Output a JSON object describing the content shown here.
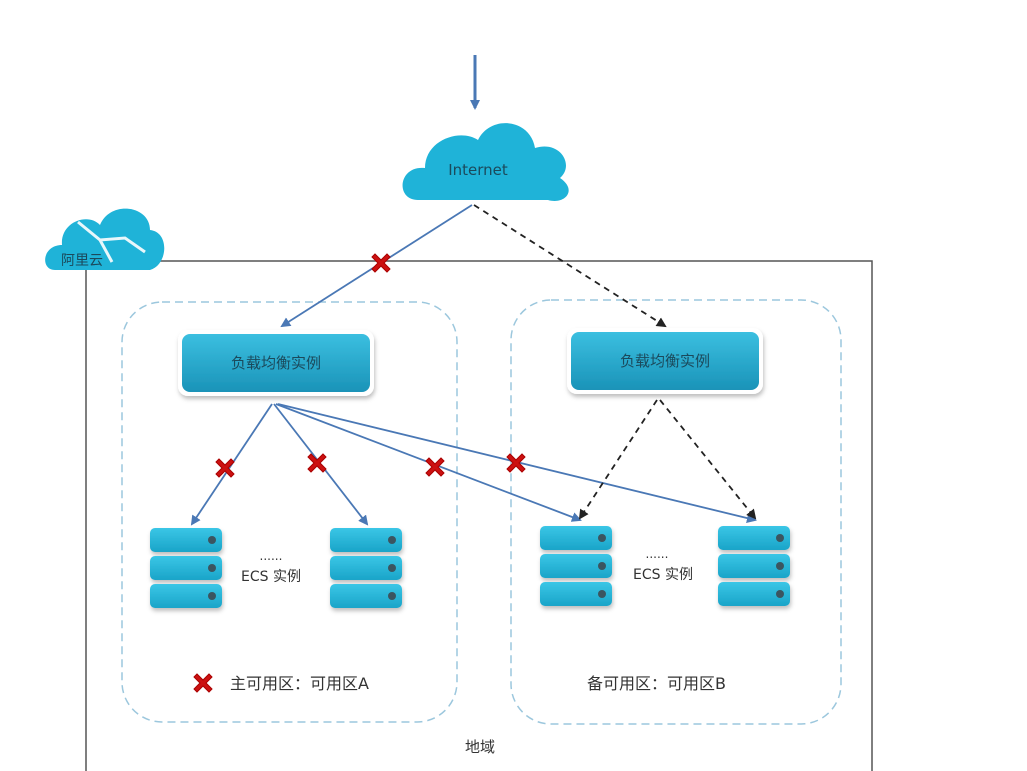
{
  "diagram": {
    "internet_label": "Internet",
    "provider_label": "阿里云",
    "region_label": "地域",
    "zones": [
      {
        "id": "A",
        "label": "主可用区：可用区A",
        "load_balancer_label": "负载均衡实例",
        "ecs_label": "ECS 实例",
        "ellipsis": "......",
        "status": "failed"
      },
      {
        "id": "B",
        "label": "备可用区：可用区B",
        "load_balancer_label": "负载均衡实例",
        "ecs_label": "ECS 实例",
        "ellipsis": "......",
        "status": "standby-active"
      }
    ],
    "legend": {
      "failed_marker": "✖"
    },
    "colors": {
      "cloud": "#1fb3d8",
      "box": "#1f9fc4",
      "solid_link": "#4a78b5",
      "dashed_link": "#222222",
      "fail_marker": "#cc1111",
      "zone_border": "#9cc7dd",
      "region_border": "#555555"
    }
  }
}
